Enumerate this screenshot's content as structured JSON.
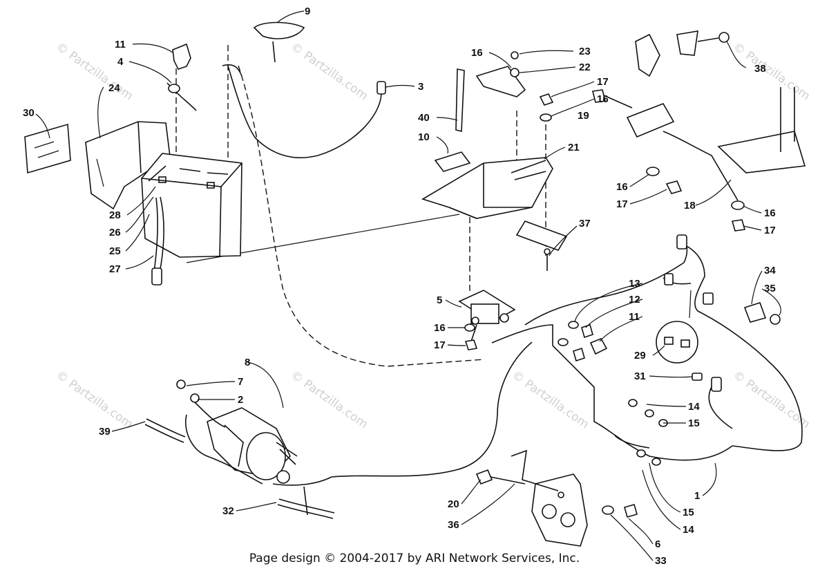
{
  "footer": "Page design © 2004-2017 by ARI Network Services, Inc.",
  "watermark_text": "© Partzilla.com",
  "callouts": {
    "c1": "1",
    "c2": "2",
    "c3": "3",
    "c4": "4",
    "c5": "5",
    "c6": "6",
    "c7": "7",
    "c8": "8",
    "c9": "9",
    "c10": "10",
    "c11a": "11",
    "c11b": "11",
    "c12": "12",
    "c13": "13",
    "c14a": "14",
    "c14b": "14",
    "c15a": "15",
    "c15b": "15",
    "c16a": "16",
    "c16b": "16",
    "c16c": "16",
    "c16d": "16",
    "c16e": "16",
    "c17a": "17",
    "c17b": "17",
    "c17c": "17",
    "c17d": "17",
    "c18": "18",
    "c19": "19",
    "c20": "20",
    "c21": "21",
    "c22": "22",
    "c23": "23",
    "c24": "24",
    "c25": "25",
    "c26": "26",
    "c27": "27",
    "c28": "28",
    "c29": "29",
    "c30": "30",
    "c31": "31",
    "c32": "32",
    "c33": "33",
    "c34": "34",
    "c35": "35",
    "c36": "36",
    "c37": "37",
    "c38": "38",
    "c39": "39",
    "c40": "40"
  }
}
